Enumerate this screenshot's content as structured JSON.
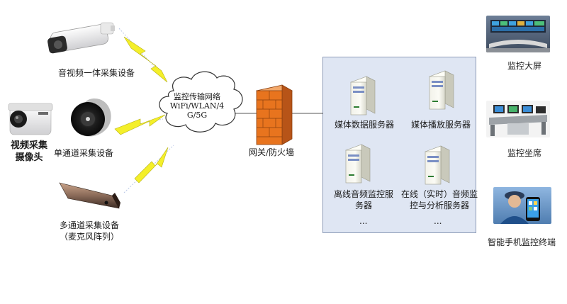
{
  "devices": {
    "bullet_camera_label": "音视频一体采集设备",
    "small_camera_label_line1": "视频采集",
    "small_camera_label_line2": "摄像头",
    "single_channel_label": "单通道采集设备",
    "multi_channel_label_line1": "多通道采集设备",
    "multi_channel_label_line2": "（麦克风阵列）"
  },
  "network": {
    "cloud_line1": "监控传输网络",
    "cloud_line2": "WiFi/WLAN/4",
    "cloud_line3": "G/5G",
    "firewall_label": "网关/防火墙"
  },
  "servers": {
    "media_data": "媒体数据服务器",
    "media_play": "媒体播放服务器",
    "offline_audio_line1": "离线音频监控服",
    "offline_audio_line2": "务器",
    "online_line1": "在线（实时）音频监",
    "online_line2": "控与分析服务器",
    "ellipsis_left": "...",
    "ellipsis_right": "..."
  },
  "terminals": {
    "big_screen": "监控大屏",
    "desk": "监控坐席",
    "mobile": "智能手机监控终端"
  },
  "colors": {
    "lightning": "#f4ef2a",
    "firewall": "#e8741e",
    "panel_bg": "#dfe6f3"
  }
}
